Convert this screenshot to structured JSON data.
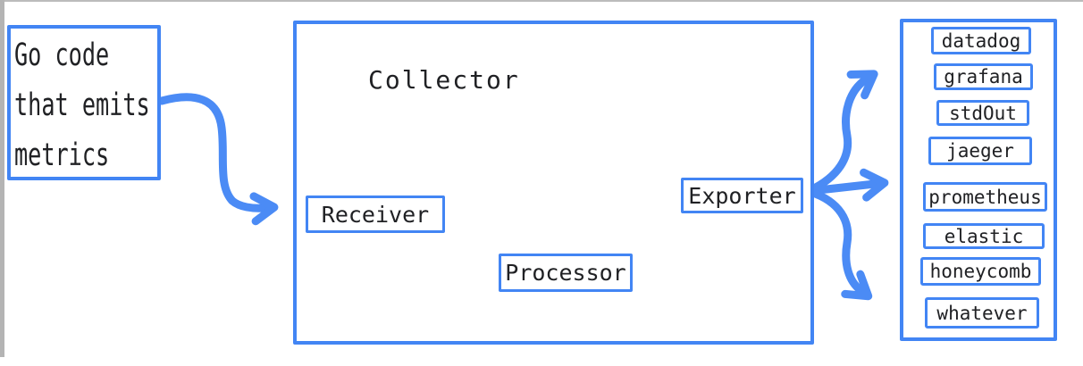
{
  "diagram": {
    "source": {
      "lines": [
        "Go code",
        "that emits",
        "metrics"
      ]
    },
    "collector": {
      "title": "Collector",
      "nodes": {
        "receiver": "Receiver",
        "processor": "Processor",
        "exporter": "Exporter"
      }
    },
    "backends": [
      "datadog",
      "grafana",
      "stdOut",
      "jaeger",
      "prometheus",
      "elastic",
      "honeycomb",
      "whatever"
    ],
    "arrows": [
      "source-to-collector",
      "receiver-to-processor",
      "processor-to-exporter",
      "exporter-fan-top",
      "exporter-fan-middle",
      "exporter-fan-bottom"
    ],
    "colors": {
      "box_border_blue": "#4285f4",
      "arrow_blue": "#4b8bf5",
      "text_dark": "#202124",
      "edge_gray": "#b4b4b4",
      "background": "#ffffff"
    }
  }
}
